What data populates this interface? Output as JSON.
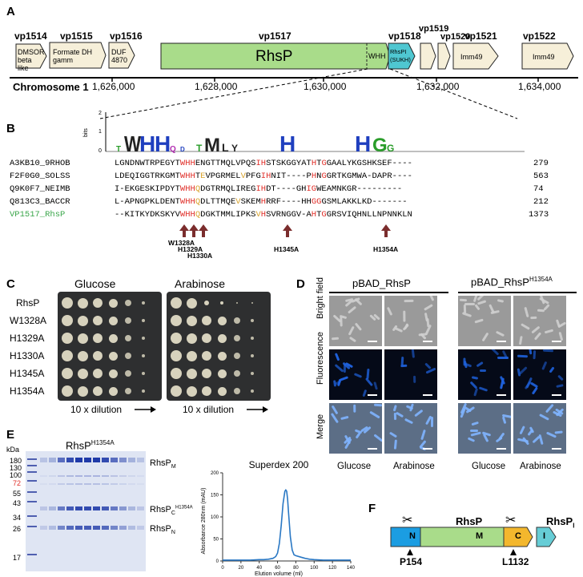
{
  "panelA": {
    "letter": "A",
    "genes": [
      {
        "id": "vp1514",
        "text": "DMSOR beta like"
      },
      {
        "id": "vp1515",
        "text": "Formate DH gamm"
      },
      {
        "id": "vp1516",
        "text": "DUF 4870"
      },
      {
        "id": "vp1517",
        "text": "RhsP"
      },
      {
        "id": "vp1518",
        "text": "RhsPI (SUKH)"
      },
      {
        "id": "vp1519",
        "text": ""
      },
      {
        "id": "vp1520",
        "text": ""
      },
      {
        "id": "vp1521",
        "text": "Imm49"
      },
      {
        "id": "vp1522",
        "text": "Imm49"
      }
    ],
    "whh_label": "WHH",
    "chromosome": "Chromosome 1",
    "ticks": [
      "1,626,000",
      "1,628,000",
      "1,630,000",
      "1,632,000",
      "1,634,000"
    ]
  },
  "panelB": {
    "letter": "B",
    "logo_axis": {
      "label": "bits",
      "ticks": [
        "2",
        "1",
        "0"
      ]
    },
    "rows": [
      {
        "name": "A3KB10_9RHOB",
        "pos": "279"
      },
      {
        "name": "F2F0G0_SOLSS",
        "pos": "563"
      },
      {
        "name": "Q9K0F7_NEIMB",
        "pos": "74"
      },
      {
        "name": "Q813C3_BACCR",
        "pos": "212"
      },
      {
        "name": "VP1517_RhsP",
        "pos": "1373"
      }
    ],
    "mutations": [
      "W1328A",
      "H1329A",
      "H1330A",
      "H1345A",
      "H1354A"
    ]
  },
  "panelC": {
    "letter": "C",
    "conditions": [
      "Glucose",
      "Arabinose"
    ],
    "strains": [
      "RhsP",
      "W1328A",
      "H1329A",
      "H1330A",
      "H1345A",
      "H1354A"
    ],
    "dilution": "10 x dilution"
  },
  "panelD": {
    "letter": "D",
    "constructs": [
      "pBAD_RhsP",
      "pBAD_RhsP"
    ],
    "construct_sup": "H1354A",
    "rows": [
      "Bright field",
      "Fluorescence",
      "Merge"
    ],
    "columns": [
      "Glucose",
      "Arabinose",
      "Glucose",
      "Arabinose"
    ]
  },
  "panelE": {
    "letter": "E",
    "gel_title": "RhsP",
    "gel_title_sup": "H1354A",
    "kda_label": "kDa",
    "markers": [
      "180",
      "130",
      "100",
      "72",
      "55",
      "43",
      "34",
      "26",
      "17"
    ],
    "bands": [
      {
        "main": "RhsP",
        "sub": "M",
        "sup": ""
      },
      {
        "main": "RhsP",
        "sub": "C",
        "sup": "H1354A"
      },
      {
        "main": "RhsP",
        "sub": "N",
        "sup": ""
      }
    ],
    "chart_data": {
      "type": "line",
      "title": "Superdex 200",
      "xlabel": "Elution volume (ml)",
      "ylabel": "Absorbance 280nm (mAU)",
      "xlim": [
        0,
        140
      ],
      "ylim": [
        0,
        200
      ],
      "xticks": [
        "0",
        "20",
        "40",
        "60",
        "80",
        "100",
        "120",
        "140"
      ],
      "yticks": [
        "0",
        "50",
        "100",
        "150",
        "200"
      ],
      "x": [
        0,
        10,
        20,
        30,
        40,
        45,
        50,
        55,
        58,
        60,
        62,
        64,
        66,
        68,
        69,
        70,
        71,
        72,
        74,
        76,
        78,
        80,
        85,
        90,
        95,
        100,
        110,
        120,
        130,
        140
      ],
      "y": [
        2,
        2,
        2,
        2,
        3,
        3,
        4,
        6,
        10,
        18,
        40,
        80,
        130,
        158,
        161,
        158,
        140,
        110,
        55,
        25,
        14,
        12,
        9,
        6,
        4,
        3,
        2,
        2,
        2,
        2
      ]
    }
  },
  "panelF": {
    "letter": "F",
    "domains": [
      "N",
      "M",
      "C",
      "I"
    ],
    "title": "RhsP",
    "title2": "RhsP",
    "title2_sub": "I",
    "sites": [
      "P154",
      "L1132"
    ]
  },
  "colors": {
    "gene_fill": "#f6efd9",
    "rhsp_fill": "#a9dc8a",
    "rhspi_fill": "#4fc7d1",
    "red_residue": "#e0302a",
    "yellow_residue": "#d9a32c",
    "arrow": "#7b2d2d",
    "domain_N": "#1b9de2",
    "domain_M": "#a9dc8a",
    "domain_C": "#f3b72d",
    "domain_I": "#66cdd6"
  }
}
